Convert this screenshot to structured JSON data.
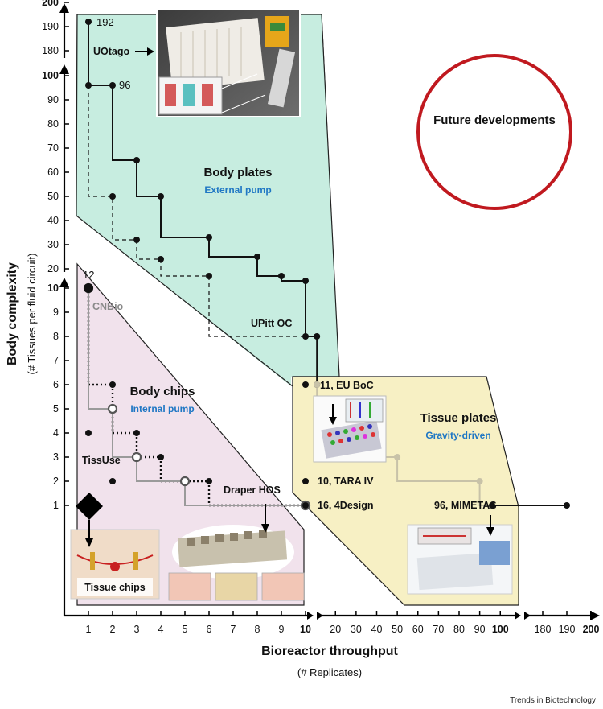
{
  "chart_data": {
    "type": "line",
    "xlabel": "Bioreactor throughput",
    "xlabel_sub": "(# Replicates)",
    "ylabel": "Body complexity",
    "ylabel_sub": "(# Tissues per fluid circuit)",
    "x_ticks_segment1": [
      "1",
      "2",
      "3",
      "4",
      "5",
      "6",
      "7",
      "8",
      "9",
      "10"
    ],
    "x_ticks_segment2": [
      "20",
      "30",
      "40",
      "50",
      "60",
      "70",
      "80",
      "90",
      "100"
    ],
    "x_ticks_segment3": [
      "180",
      "190",
      "200"
    ],
    "y_ticks_segment1": [
      "1",
      "2",
      "3",
      "4",
      "5",
      "6",
      "7",
      "8",
      "9",
      "10"
    ],
    "y_ticks_segment2": [
      "20",
      "30",
      "40",
      "50",
      "60",
      "70",
      "80",
      "90",
      "100"
    ],
    "y_ticks_segment3": [
      "180",
      "190",
      "200"
    ],
    "regions": [
      {
        "name": "Body plates",
        "subtitle": "External pump",
        "color": "#c7ede0"
      },
      {
        "name": "Body chips",
        "subtitle": "Internal pump",
        "color": "#f1e2ec"
      },
      {
        "name": "Tissue plates",
        "subtitle": "Gravity-driven",
        "color": "#f7f0c4"
      },
      {
        "name": "Future developments",
        "color": "#c0191f"
      }
    ],
    "series": [
      {
        "style": "solid-black",
        "points": [
          [
            1,
            192
          ],
          [
            1,
            96
          ],
          [
            2,
            96
          ],
          [
            2,
            65
          ],
          [
            3,
            65
          ],
          [
            3,
            50
          ],
          [
            4,
            50
          ],
          [
            4,
            33
          ],
          [
            6,
            33
          ],
          [
            6,
            25
          ],
          [
            8,
            25
          ],
          [
            8,
            17
          ],
          [
            9,
            17
          ],
          [
            9,
            15
          ],
          [
            10,
            15
          ],
          [
            10,
            8
          ],
          [
            11,
            8
          ],
          [
            11,
            6
          ]
        ]
      },
      {
        "style": "dashed-black",
        "points": [
          [
            1,
            96
          ],
          [
            1,
            50
          ],
          [
            2,
            50
          ],
          [
            2,
            32
          ],
          [
            3,
            32
          ],
          [
            3,
            24
          ],
          [
            4,
            24
          ],
          [
            4,
            17
          ],
          [
            6,
            17
          ],
          [
            6,
            8
          ],
          [
            10,
            8
          ]
        ]
      },
      {
        "style": "dotted-black",
        "points": [
          [
            1,
            12
          ],
          [
            1,
            6
          ],
          [
            2,
            6
          ],
          [
            2,
            4
          ],
          [
            3,
            4
          ],
          [
            3,
            3
          ],
          [
            4,
            3
          ],
          [
            4,
            2
          ],
          [
            6,
            2
          ],
          [
            6,
            1
          ],
          [
            10,
            1
          ]
        ]
      },
      {
        "style": "solid-grey",
        "points": [
          [
            1,
            10
          ],
          [
            1,
            5
          ],
          [
            2,
            5
          ],
          [
            2,
            3
          ],
          [
            3,
            3
          ],
          [
            3,
            2
          ],
          [
            5,
            2
          ],
          [
            5,
            1
          ],
          [
            10,
            1
          ]
        ]
      },
      {
        "style": "solid-light-grey",
        "points": [
          [
            11,
            6
          ],
          [
            11,
            5
          ],
          [
            20,
            5
          ],
          [
            20,
            4
          ],
          [
            30,
            4
          ],
          [
            30,
            3
          ],
          [
            50,
            3
          ],
          [
            50,
            2
          ],
          [
            90,
            2
          ],
          [
            90,
            1
          ],
          [
            96,
            1
          ]
        ]
      },
      {
        "style": "solid-black-right",
        "points": [
          [
            96,
            1
          ],
          [
            190,
            1
          ]
        ]
      }
    ],
    "annotations": {
      "uotago_value": "192",
      "uotago": "UOtago",
      "value_96": "96",
      "value_12": "12",
      "cnbio": "CNBio",
      "upitt": "UPitt OC",
      "eu_boc": "11, EU BoC",
      "tissuse": "TissUse",
      "tara": "10, TARA IV",
      "draper": "Draper HOS",
      "fourdesign": "16, 4Design",
      "mimetas": "96, MIMETAS",
      "tissue_chips": "Tissue chips"
    }
  },
  "footer": "Trends in Biotechnology"
}
